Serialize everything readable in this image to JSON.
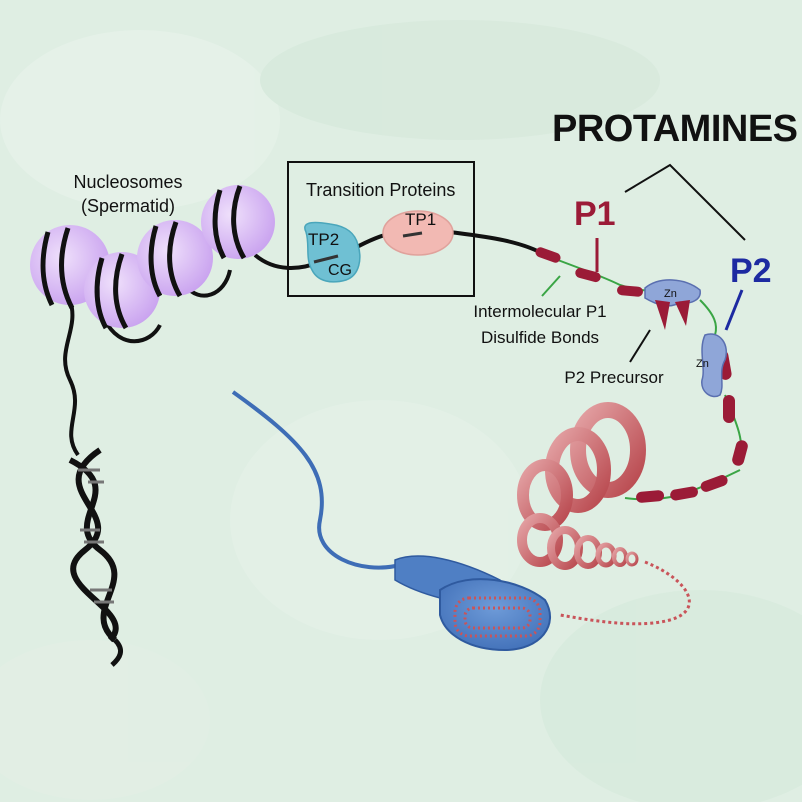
{
  "figure": {
    "heading": "PROTAMINES",
    "nucleosomes_label": "Nucleosomes",
    "nucleosomes_sublabel": "(Spermatid)",
    "transition_box_title": "Transition Proteins",
    "tp1_label": "TP1",
    "tp2_label": "TP2",
    "cg_label": "CG",
    "p1_label": "P1",
    "p2_label": "P2",
    "zn_label": "Zn",
    "disulfide_label_line1": "Intermolecular P1",
    "disulfide_label_line2": "Disulfide Bonds",
    "p2_precursor_label": "P2 Precursor"
  },
  "colors": {
    "background": "#dfeee3",
    "nucleosome": "#d6b4f1",
    "p1": "#9b1b37",
    "p2": "#1d2aa1",
    "tp2": "#6fc0d3",
    "tp1": "#f2b9b3",
    "sperm": "#4f7fc4",
    "linker": "#3aa545",
    "toroid": "#c9545a"
  }
}
